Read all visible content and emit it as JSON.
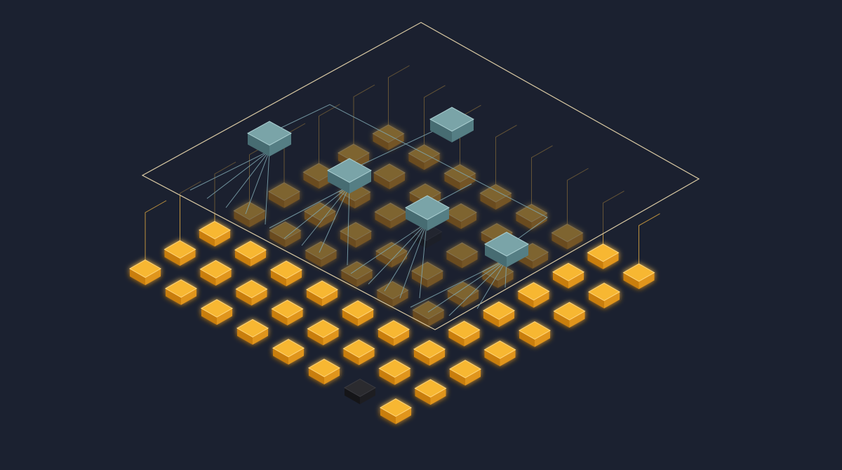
{
  "colors": {
    "background": "#1b2130",
    "plane_outline": "#d9c9a3",
    "link_line": "#7fa7b0",
    "controller_top": "#7aa4a8",
    "controller_side": "#557e84",
    "controller_front": "#476c72",
    "node_top": "#f7b733",
    "node_side": "#e0951c",
    "node_front": "#c97e10",
    "node_edge": "#ffd57a",
    "inactive_top": "#2b2b2f",
    "inactive_side": "#1d1d21",
    "node_wire": "#d9a441"
  },
  "diagram": {
    "controller_plane": {
      "label": ""
    },
    "controllers": [
      {
        "id": "c1"
      },
      {
        "id": "c2"
      },
      {
        "id": "c3"
      },
      {
        "id": "c4"
      },
      {
        "id": "c5"
      }
    ],
    "node_grid": {
      "rows": 8,
      "cols": 8,
      "inactive_nodes": 2
    }
  }
}
